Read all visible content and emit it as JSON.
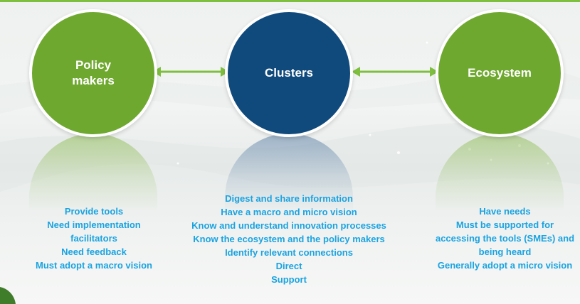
{
  "nodes": {
    "left": {
      "title_line1": "Policy",
      "title_line2": "makers"
    },
    "center": {
      "title": "Clusters"
    },
    "right": {
      "title": "Ecosystem"
    }
  },
  "lists": {
    "left": [
      "Provide tools",
      "Need implementation",
      "facilitators",
      "Need feedback",
      "Must adopt a macro vision"
    ],
    "center": [
      "Digest and share information",
      "Have a macro and micro vision",
      "Know and understand innovation processes",
      "Know the ecosystem and the policy makers",
      "Identify relevant connections",
      "Direct",
      "Support"
    ],
    "right": [
      "Have needs",
      "Must be supported for",
      "accessing the tools (SMEs) and",
      "being heard",
      "Generally adopt a micro vision"
    ]
  },
  "colors": {
    "green": "#6fa82f",
    "blue": "#104a7c",
    "text": "#1aa3e0",
    "arrow": "#7fbf3f"
  }
}
